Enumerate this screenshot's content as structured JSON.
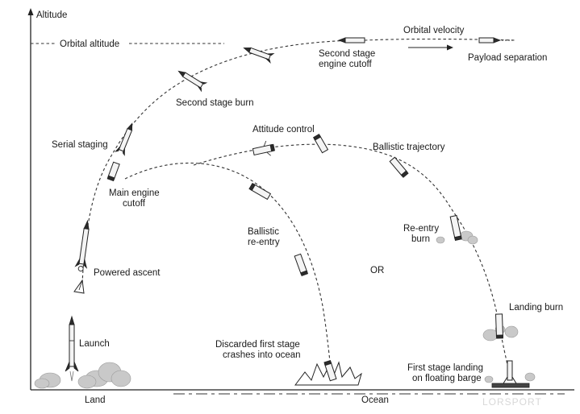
{
  "axes": {
    "y_label": "Altitude",
    "orbital_altitude": "Orbital altitude"
  },
  "labels": {
    "orbital_velocity": "Orbital velocity",
    "payload_separation": "Payload separation",
    "second_stage_cutoff_1": "Second stage",
    "second_stage_cutoff_2": "engine cutoff",
    "second_stage_burn": "Second stage burn",
    "serial_staging": "Serial staging",
    "attitude_control": "Attitude control",
    "ballistic_trajectory": "Ballistic trajectory",
    "main_engine_cutoff_1": "Main engine",
    "main_engine_cutoff_2": "cutoff",
    "ballistic_reentry_1": "Ballistic",
    "ballistic_reentry_2": "re-entry",
    "reentry_burn_1": "Re-entry",
    "reentry_burn_2": "burn",
    "or": "OR",
    "powered_ascent": "Powered ascent",
    "landing_burn": "Landing burn",
    "launch": "Launch",
    "discarded_1": "Discarded first stage",
    "discarded_2": "crashes into ocean",
    "landing_barge_1": "First stage  landing",
    "landing_barge_2": "on floating barge",
    "land": "Land",
    "ocean": "Ocean"
  },
  "watermark": "LORSPORT"
}
